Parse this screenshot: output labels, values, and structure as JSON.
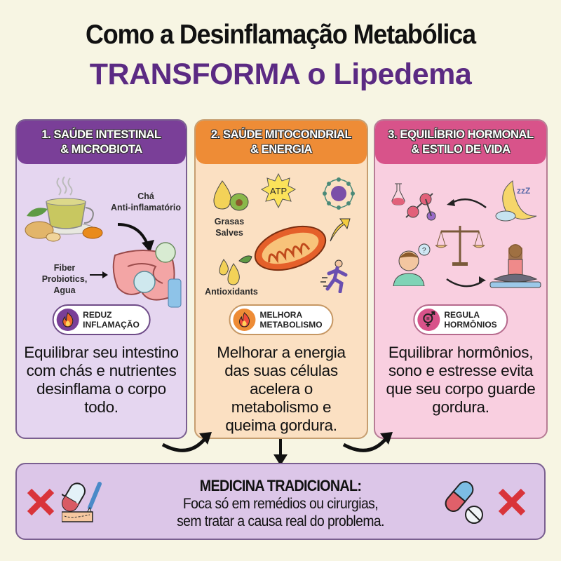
{
  "title": {
    "line1": "Como a Desinflamação Metabólica",
    "line2": "TRANSFORMA o Lipedema"
  },
  "colors": {
    "background": "#f7f5e3",
    "title_accent": "#5b2a83",
    "card1_header": "#7a3f98",
    "card2_header": "#ee8c36",
    "card3_header": "#d8538a",
    "card1_body": "#e5d6f0",
    "card2_body": "#fbe0c2",
    "card3_body": "#f9cfe0",
    "bottom_box": "#dcc6e8",
    "cross": "#d9343a"
  },
  "cards": [
    {
      "header_line1": "1. SAÚDE INTESTINAL",
      "header_line2": "& MICROBIOTA",
      "labels": {
        "tea_line1": "Chá",
        "tea_line2": "Anti-inflamatório",
        "fiber_line1": "Fiber",
        "fiber_line2": "Probiotics,",
        "fiber_line3": "Agua"
      },
      "icons": [
        "tea-cup-icon",
        "ginger-icon",
        "turmeric-icon",
        "intestine-icon",
        "probiotics-icon",
        "water-bottle-icon"
      ],
      "badge_icon": "flame-icon",
      "badge_line1": "REDUZ",
      "badge_line2": "INFLAMAÇÃO",
      "description": "Equilibrar seu intestino com chás e nutrientes desinflama o corpo todo."
    },
    {
      "header_line1": "2. SAÚDE MITOCONDRIAL",
      "header_line2": "& ENERGIA",
      "labels": {
        "atp": "ATP",
        "fats_line1": "Grasas",
        "fats_line2": "Salves",
        "antioxidants": "Antioxidants"
      },
      "icons": [
        "oil-drop-avocado-icon",
        "atp-sun-icon",
        "mitochondria-icon",
        "molecule-icon",
        "up-arrow-icon",
        "running-person-icon",
        "oil-drops-leaf-icon"
      ],
      "badge_icon": "flame-icon",
      "badge_line1": "MELHORA",
      "badge_line2": "METABOLISMO",
      "description": "Melhorar a energia das suas células acelera o metabolismo e queima gordura."
    },
    {
      "header_line1": "3. EQUILÍBRIO HORMONAL",
      "header_line2": "& ESTILO DE VIDA",
      "labels": {
        "sleep": "zzZ"
      },
      "icons": [
        "hormone-flask-icon",
        "moon-sleep-icon",
        "balance-scale-icon",
        "stressed-person-icon",
        "meditation-icon"
      ],
      "badge_icon": "gender-hormone-icon",
      "badge_line1": "REGULA",
      "badge_line2": "HORMÔNIOS",
      "description": "Equilibrar hormônios, sono e estresse evita que seu corpo guarde gordura."
    }
  ],
  "bottom": {
    "title": "MEDICINA TRADICIONAL:",
    "line1": "Foca só em remédios ou cirurgias,",
    "line2": "sem tratar a causa real do problema.",
    "icons": [
      "cross-icon",
      "pill-scalpel-icon",
      "pills-icon",
      "cross-icon"
    ]
  }
}
